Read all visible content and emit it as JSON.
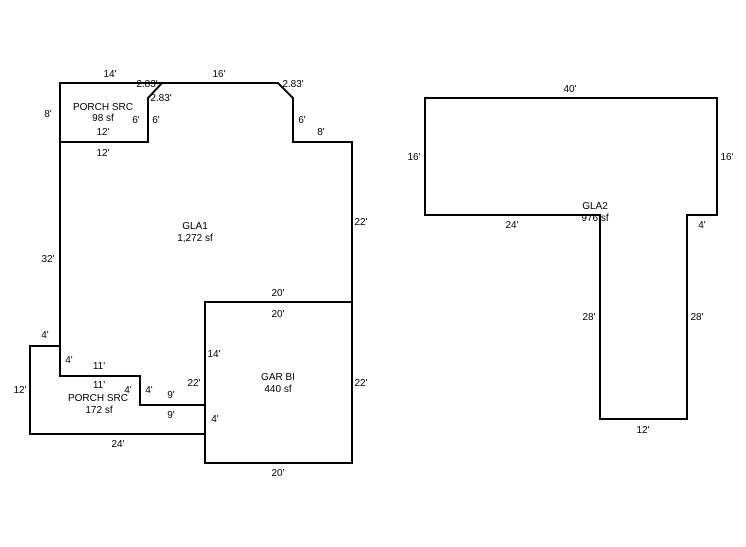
{
  "areas": {
    "porch_upper": {
      "name": "PORCH SRC",
      "size": "98 sf"
    },
    "gla1": {
      "name": "GLA1",
      "size": "1,272 sf"
    },
    "porch_lower": {
      "name": "PORCH SRC",
      "size": "172 sf"
    },
    "garage": {
      "name": "GAR BI",
      "size": "440 sf"
    },
    "gla2": {
      "name": "GLA2",
      "size": "976 sf"
    }
  },
  "dimensions": {
    "top_14": "14'",
    "top_2_83_a": "2.83'",
    "top_16": "16'",
    "top_2_83_b": "2.83'",
    "diag_2_83": "2.83'",
    "porch_left_8": "8'",
    "porch_in_6": "6'",
    "porch_out_6": "6'",
    "porch_bottom_in_12": "12'",
    "porch_bottom_out_12": "12'",
    "right_notch_6": "6'",
    "right_step_8": "8'",
    "left_32": "32'",
    "right_22": "22'",
    "gar_top_out_20": "20'",
    "gar_top_in_20": "20'",
    "gar_left_14": "14'",
    "gar_inner_22": "22'",
    "gar_right_22": "22'",
    "gar_bottom_20": "20'",
    "gar_left_4": "4'",
    "lp_top_4": "4'",
    "lp_inner_4": "4'",
    "lp_left_12": "12'",
    "lp_bottom_24": "24'",
    "lp_11_out": "11'",
    "lp_11_in": "11'",
    "lp_4_a": "4'",
    "lp_4_b": "4'",
    "lp_9_out": "9'",
    "lp_9_in": "9'",
    "gla2_top_40": "40'",
    "gla2_left_16": "16'",
    "gla2_right_16": "16'",
    "gla2_bottom_24": "24'",
    "gla2_right_4": "4'",
    "gla2_stem_left_28": "28'",
    "gla2_stem_right_28": "28'",
    "gla2_stem_bottom_12": "12'"
  }
}
